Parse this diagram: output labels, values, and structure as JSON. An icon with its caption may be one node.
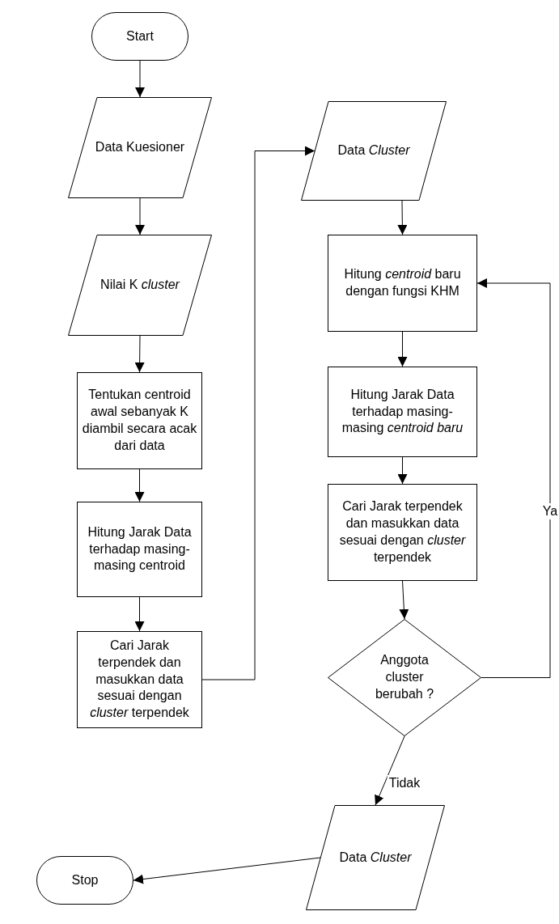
{
  "diagram": {
    "nodes": [
      {
        "text": [
          "Start"
        ]
      },
      {
        "text": [
          "Data Kuesioner"
        ]
      },
      {
        "text": [
          "Nilai K *cluster*"
        ]
      },
      {
        "text": [
          "Tentukan centroid awal sebanyak K diambil secara acak dari data"
        ]
      },
      {
        "text": [
          "Hitung Jarak Data terhadap masing-masing centroid"
        ]
      },
      {
        "text": [
          "Cari Jarak terpendek dan masukkan data sesuai dengan *cluster* terpendek"
        ]
      },
      {
        "text": [
          "Data *Cluster*"
        ]
      },
      {
        "text": [
          "Hitung *centroid* baru dengan fungsi KHM"
        ]
      },
      {
        "text": [
          "Hitung Jarak Data terhadap masing-masing *centroid baru*"
        ]
      },
      {
        "text": [
          "Cari Jarak terpendek dan masukkan data sesuai dengan *cluster* terpendek"
        ]
      },
      {
        "text": [
          "Anggota cluster berubah ?"
        ]
      },
      {
        "text": [
          "Data *Cluster*"
        ]
      },
      {
        "text": [
          "Stop"
        ]
      }
    ],
    "edges": [
      {
        "from": 0,
        "to": 1,
        "arrow": "to"
      },
      {
        "from": 1,
        "to": 2,
        "arrow": "to"
      },
      {
        "from": 2,
        "to": 3,
        "arrow": "to"
      },
      {
        "from": 3,
        "to": 4,
        "arrow": "to"
      },
      {
        "from": 4,
        "to": 5,
        "arrow": "to"
      },
      {
        "from": 5,
        "to": 6,
        "arrow": "to"
      },
      {
        "from": 6,
        "to": 7,
        "arrow": "to"
      },
      {
        "from": 7,
        "to": 8,
        "arrow": "to"
      },
      {
        "from": 8,
        "to": 9,
        "arrow": "to"
      },
      {
        "from": 9,
        "to": 10,
        "arrow": "to"
      },
      {
        "from": 10,
        "to": 7,
        "arrow": "to",
        "label": "Ya"
      },
      {
        "from": 10,
        "to": 11,
        "arrow": "to",
        "label": "Tidak"
      },
      {
        "from": 11,
        "to": 12,
        "arrow": "to"
      }
    ]
  }
}
